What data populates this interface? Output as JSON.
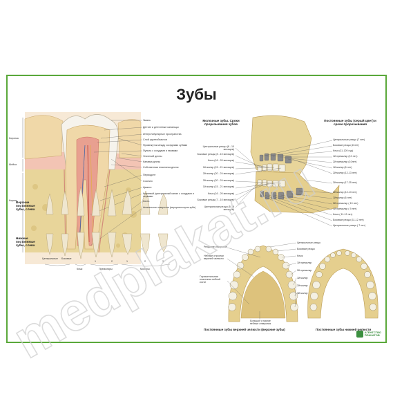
{
  "title": "Зубы",
  "tooth_section": {
    "side_labels": [
      "Коронка",
      "Шейка",
      "Корень"
    ],
    "labels": [
      "Эмаль",
      "Дентин и дентинные канальцы",
      "Интерглобулярные пространства",
      "Слой одонтобластов",
      "Промежуток между соседними зубами",
      "Пульпа с сосудами и нервами",
      "Эпителий десны",
      "Канавка десны",
      "Собственная пластинка десны",
      "Периодонт",
      "Сосочек",
      "Цемент",
      "Корневой (центральный канал с сосудами и нервами",
      "Кость",
      "Апикальное отверстие (верхушка корня зуба)"
    ]
  },
  "teeth_rows": {
    "upper_label": "Верхние постоянные зубы, слева",
    "lower_label": "Нижние постоянные зубы, слева",
    "group_labels": [
      "Центральные",
      "Боковые",
      "Клык",
      "Премоляры",
      "Моляры"
    ],
    "numbers": [
      "1",
      "2",
      "1",
      "2",
      "3"
    ]
  },
  "skull": {
    "milk_heading": "Молочные зубы. Сроки прорезывания зубов",
    "perm_heading": "Постоянные зубы (серый цвет) и сроки прорезывания",
    "milk_labels": [
      "Центральные резцы (8 - 10 месяцев)",
      "Боковые резцы (8 - 10 месяцев)",
      "Клык (16 - 20 месяцев)",
      "1й моляр (15 - 21 месяцев)",
      "2й моляр (20 - 24 месяцев)",
      "2й моляр (20 - 24 месяцев)",
      "1й моляр (15 - 21 месяцев)",
      "Клык (16 - 20 месяцев)",
      "Боковые резцы (7 - 10 месяцев)",
      "Центральные резцы (5 - 8 месяцев)"
    ],
    "perm_labels": [
      "Центральные резцы (7 лет)",
      "Боковые резцы (8 лет)",
      "Клык (11-120 год)",
      "1й премоляр (10 лет)",
      "2й премоляр (10лет)",
      "1й моляр (6 лет)",
      "2й моляр (12-13 лет)",
      "3й моляр (17-25 лет)",
      "2й моляр (12-13 лет)",
      "1й моляр (6 лет)",
      "2й премоляр ( 10 лет)",
      "1й премоляр ( 9 лет)",
      "Клык ( 11-12 лет)",
      "Боковые резцы (11-12 лет)",
      "Центральные резцы ( 7 лет)"
    ]
  },
  "arches": {
    "upper_labels_left": [
      "Резцовое отверстие",
      "Небные отростки верхней челюсти",
      "Горизонтальная пластинка небной кости"
    ],
    "upper_labels_right": [
      "Центральные резцы",
      "Боковые резцы",
      "Клык",
      "1й премоляр",
      "2й премоляр",
      "1й моляр",
      "2й моляр",
      "3й моляр"
    ],
    "upper_bottom_label": "Большое и малое небные отверстия",
    "upper_caption": "Постоянные зубы верхней челюсти (верхние зубы)",
    "lower_caption": "Постоянные зубы нижней челюсти"
  },
  "logo": {
    "line1": "АГЕНТСТВО",
    "line2": "ПЛАКАТОВ"
  },
  "watermark": "medplakat.ru",
  "colors": {
    "frame": "#5aa83a",
    "gum": "#f3c4b4",
    "bone": "#e8d59a",
    "dentin": "#f0d8a8",
    "pulp": "#e8a090"
  }
}
